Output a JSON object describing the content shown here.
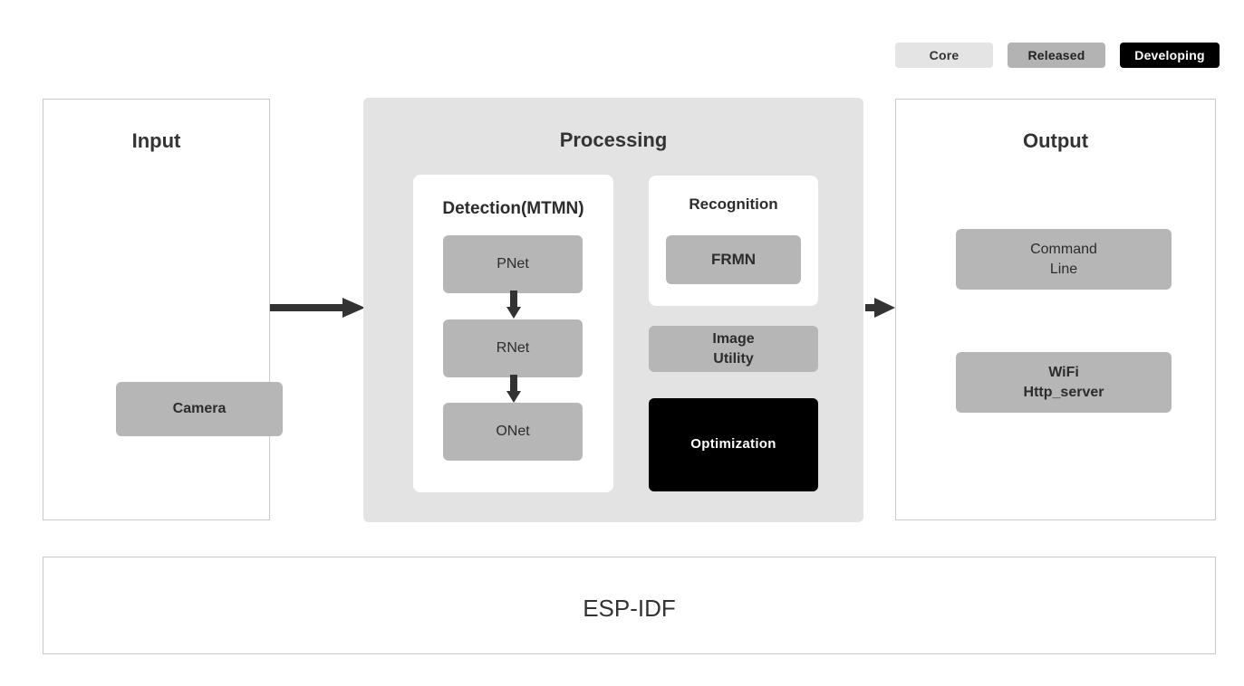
{
  "legend": {
    "items": [
      {
        "label": "Core",
        "style": "core"
      },
      {
        "label": "Released",
        "style": "released"
      },
      {
        "label": "Developing",
        "style": "developing"
      }
    ]
  },
  "colors": {
    "core": "#e4e4e4",
    "released": "#b6b6b6",
    "developing": "#000000",
    "panel_background": "#e3e3e3",
    "card_background": "#ffffff",
    "panel_border": "#c9c9c9",
    "text": "#333333",
    "arrow": "#333333"
  },
  "input": {
    "title": "Input",
    "nodes": [
      {
        "label": "Camera",
        "style": "released",
        "weight": "bold"
      }
    ]
  },
  "processing": {
    "title": "Processing",
    "detection": {
      "title": "Detection(MTMN)",
      "nodes": [
        {
          "label": "PNet",
          "style": "released",
          "weight": "regular"
        },
        {
          "label": "RNet",
          "style": "released",
          "weight": "regular"
        },
        {
          "label": "ONet",
          "style": "released",
          "weight": "regular"
        }
      ]
    },
    "recognition": {
      "title": "Recognition",
      "nodes": [
        {
          "label": "FRMN",
          "style": "released",
          "weight": "bold"
        }
      ]
    },
    "extras": [
      {
        "label_line1": "Image",
        "label_line2": "Utility",
        "style": "released",
        "weight": "bold"
      },
      {
        "label_line1": "Optimization",
        "label_line2": "",
        "style": "developing",
        "weight": "bold"
      }
    ]
  },
  "output": {
    "title": "Output",
    "nodes": [
      {
        "label_line1": "Command",
        "label_line2": "Line",
        "style": "released",
        "weight": "regular"
      },
      {
        "label_line1": "WiFi",
        "label_line2": "Http_server",
        "style": "released",
        "weight": "bold"
      }
    ]
  },
  "foundation": {
    "title": "ESP-IDF"
  },
  "flow": {
    "arrows": [
      {
        "name": "input-to-processing",
        "direction": "right"
      },
      {
        "name": "processing-to-output",
        "direction": "right"
      },
      {
        "name": "pnet-to-rnet",
        "direction": "down"
      },
      {
        "name": "rnet-to-onet",
        "direction": "down"
      }
    ]
  }
}
